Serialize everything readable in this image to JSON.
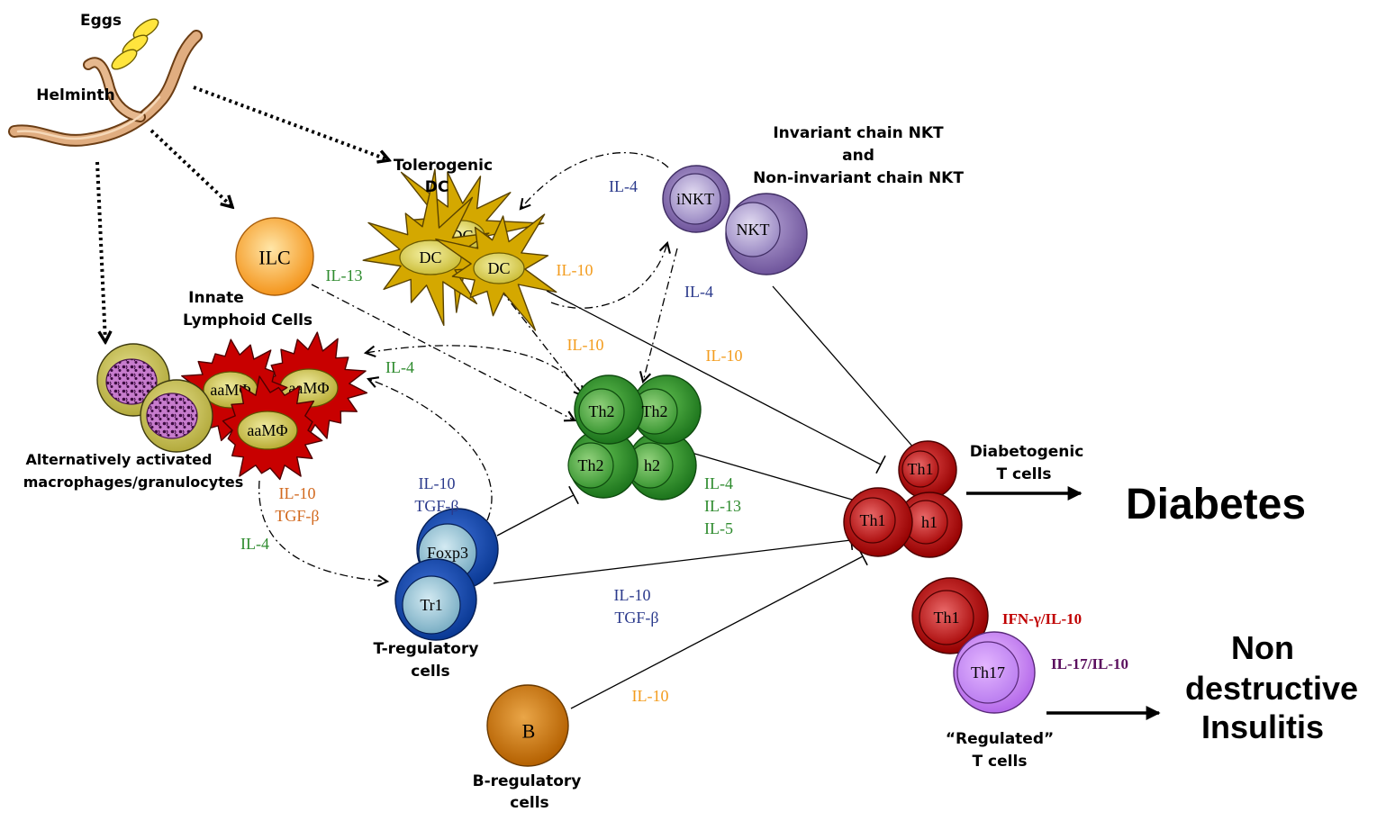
{
  "labels": {
    "eggs": "Eggs",
    "helminth": "Helminth",
    "tolerogenic_dc": [
      "Tolerogenic",
      "DC"
    ],
    "nkt_title": [
      "Invariant chain NKT",
      "and",
      "Non-invariant chain NKT"
    ],
    "ilc_caption": [
      "Innate",
      "Lymphoid Cells"
    ],
    "macrophage_caption": [
      "Alternatively activated",
      "macrophages/granulocytes"
    ],
    "treg_caption": [
      "T-regulatory",
      "cells"
    ],
    "breg_caption": [
      "B-regulatory",
      "cells"
    ],
    "diabetogenic_caption": [
      "Diabetogenic",
      "T cells"
    ],
    "regulated_caption": [
      "“Regulated”",
      "T cells"
    ],
    "diabetes": "Diabetes",
    "insulitis": [
      "Non",
      "destructive",
      "Insulitis"
    ]
  },
  "cells": {
    "ilc": "ILC",
    "inkt": "iNKT",
    "nkt": "NKT",
    "dc": [
      "DC",
      "DC",
      "DC"
    ],
    "aam": [
      "aaMΦ",
      "aaMΦ",
      "aaMΦ"
    ],
    "th2": [
      "Th2",
      "Th2",
      "Th2",
      "h2"
    ],
    "th1_diabetogenic": [
      "Th1",
      "Th1",
      "h1"
    ],
    "foxp3": "Foxp3",
    "tr1": "Tr1",
    "b": "B",
    "th1_regulated": "Th1",
    "th17": "Th17"
  },
  "cytokines": {
    "nkt_to_dc": "IL-4",
    "ilc_to_th2": "IL-13",
    "dc_to_nkt": "IL-10",
    "nkt_to_th2": "IL-4",
    "dc_to_th2": "IL-10",
    "dc_to_th1": "IL-10",
    "th2_to_aam": "IL-4",
    "treg_to_aam": [
      "IL-10",
      "TGF-β"
    ],
    "aam_to_treg": [
      "IL-10",
      "TGF-β"
    ],
    "aam_il4": "IL-4",
    "th2_products": [
      "IL-4",
      "IL-13",
      "IL-5"
    ],
    "treg_to_th1": [
      "IL-10",
      "TGF-β"
    ],
    "breg_to_th1": "IL-10",
    "th1_regulated": "IFN-γ/IL-10",
    "th17_regulated": "IL-17/IL-10"
  },
  "colors": {
    "cytokine_blue": "#2b3a8c",
    "cytokine_orange": "#f39c1e",
    "cytokine_green": "#2e8b2e",
    "cytokine_brown": "#d2691e",
    "cytokine_red": "#c00000",
    "cytokine_purple": "#5b0f5e"
  }
}
